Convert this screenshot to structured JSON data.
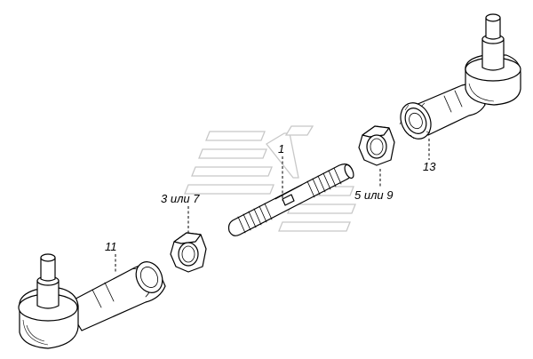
{
  "watermark": {
    "text": "KAMAZ"
  },
  "callouts": [
    {
      "id": "1",
      "label": "1"
    },
    {
      "id": "3",
      "label": "3 или 7"
    },
    {
      "id": "5",
      "label": "5 или 9"
    },
    {
      "id": "11",
      "label": "11"
    },
    {
      "id": "13",
      "label": "13"
    }
  ],
  "colors": {
    "ink": "#000000",
    "watermark": "#c8c8c8",
    "background": "#ffffff"
  }
}
